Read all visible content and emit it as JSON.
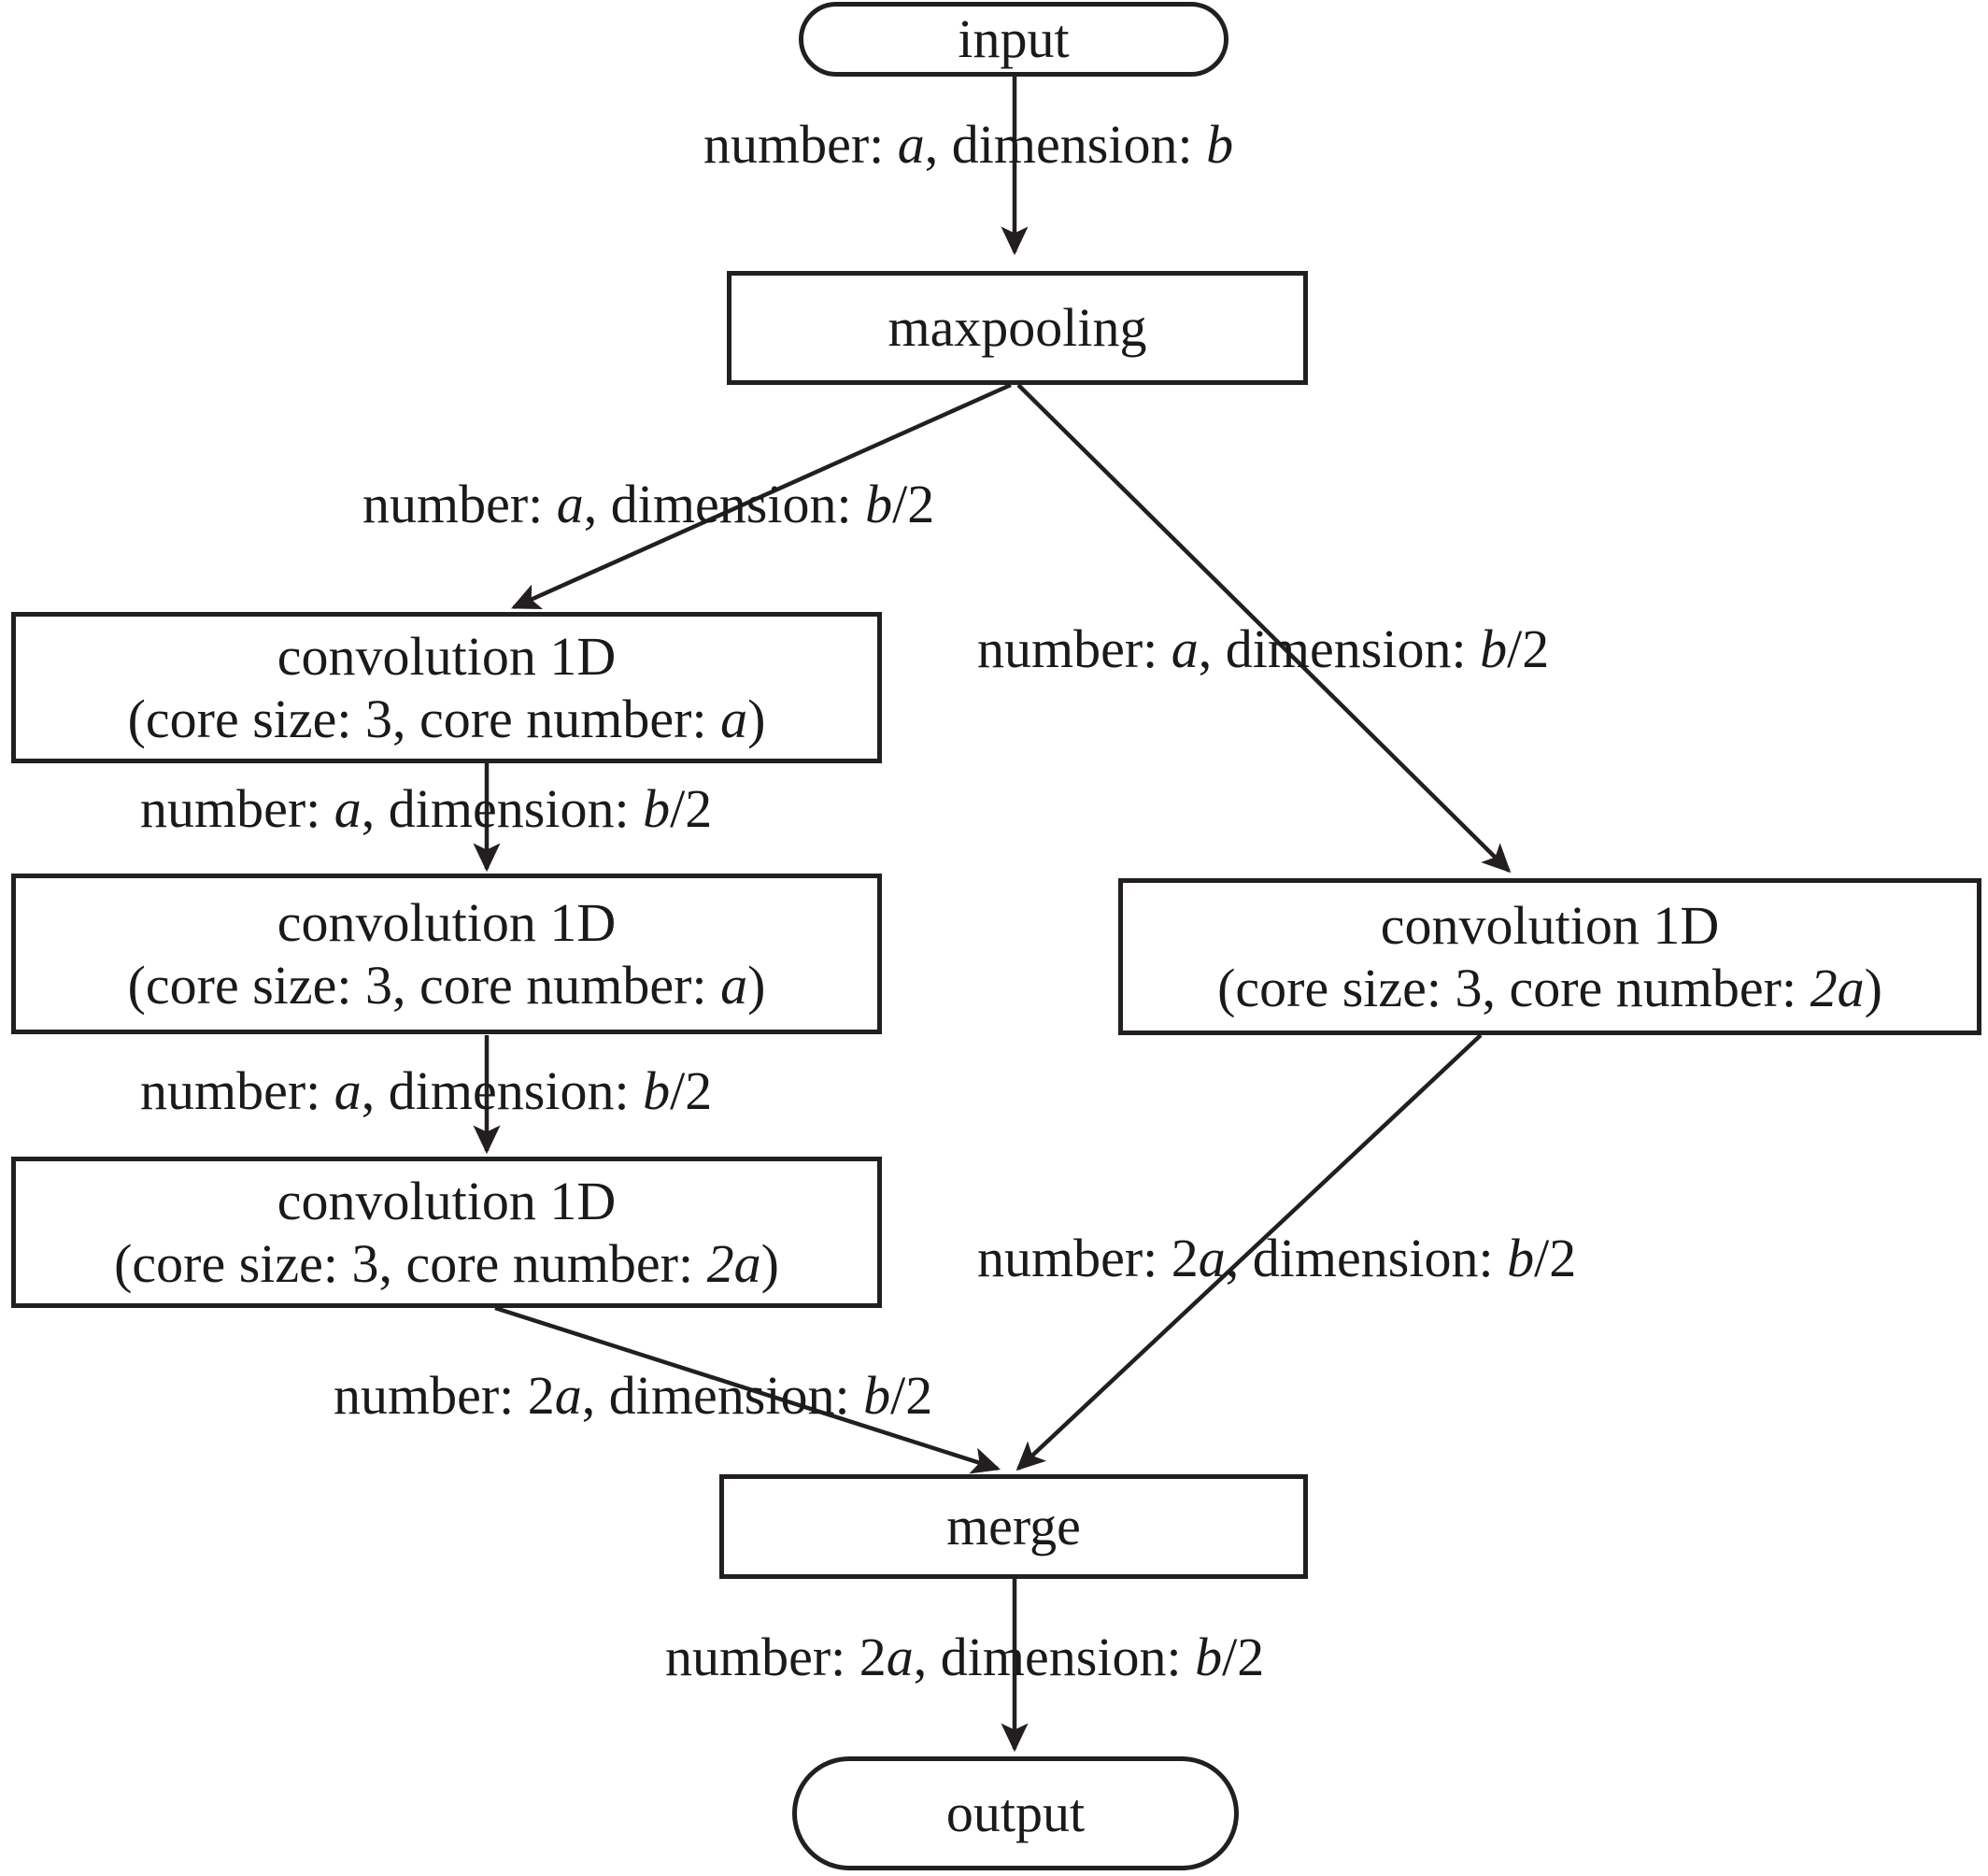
{
  "diagram": {
    "title": "CNN branch architecture flowchart",
    "type": "flowchart",
    "background_color": "#ffffff",
    "stroke_color": "#231f20",
    "text_color": "#1a1a1a"
  },
  "nodes": {
    "input": {
      "label": "input",
      "shape": "rounded"
    },
    "maxpooling": {
      "label": "maxpooling",
      "shape": "rect"
    },
    "conv_left_1": {
      "line1": "convolution 1D",
      "line2_pre": "(core size: 3, core number: ",
      "line2_var": "a",
      "line2_post": ")",
      "shape": "rect"
    },
    "conv_left_2": {
      "line1": "convolution 1D",
      "line2_pre": "(core size: 3, core number: ",
      "line2_var": "a",
      "line2_post": ")",
      "shape": "rect"
    },
    "conv_left_3": {
      "line1": "convolution 1D",
      "line2_pre": "(core size: 3, core number: ",
      "line2_var": "2a",
      "line2_post": ")",
      "shape": "rect"
    },
    "conv_right_1": {
      "line1": "convolution 1D",
      "line2_pre": "(core size: 3, core number: ",
      "line2_var": "2a",
      "line2_post": ")",
      "shape": "rect"
    },
    "merge": {
      "label": "merge",
      "shape": "rect"
    },
    "output": {
      "label": "output",
      "shape": "rounded"
    }
  },
  "edge_labels": {
    "input_to_maxpooling": {
      "pre": "number: ",
      "var1": "a",
      "mid": ", dimension: ",
      "var2": "b"
    },
    "maxpooling_to_conv_left_1": {
      "pre": "number: ",
      "var1": "a",
      "mid": ", dimension: ",
      "var2": "b",
      "suffix": "/2"
    },
    "maxpooling_to_conv_right_1": {
      "pre": "number: ",
      "var1": "a",
      "mid": ", dimension: ",
      "var2": "b",
      "suffix": "/2"
    },
    "conv_left_1_to_conv_left_2": {
      "pre": "number: ",
      "var1": "a",
      "mid": ", dimension: ",
      "var2": "b",
      "suffix": "/2"
    },
    "conv_left_2_to_conv_left_3": {
      "pre": "number: ",
      "var1": "a",
      "mid": ", dimension: ",
      "var2": "b",
      "suffix": "/2"
    },
    "conv_left_3_to_merge": {
      "pre": "number: 2",
      "var1": "a",
      "mid": ", dimension: ",
      "var2": "b",
      "suffix": "/2"
    },
    "conv_right_1_to_merge": {
      "pre": "number: 2",
      "var1": "a",
      "mid": ", dimension: ",
      "var2": "b",
      "suffix": "/2"
    },
    "merge_to_output": {
      "pre": "number: 2",
      "var1": "a",
      "mid": ", dimension: ",
      "var2": "b",
      "suffix": "/2"
    }
  }
}
